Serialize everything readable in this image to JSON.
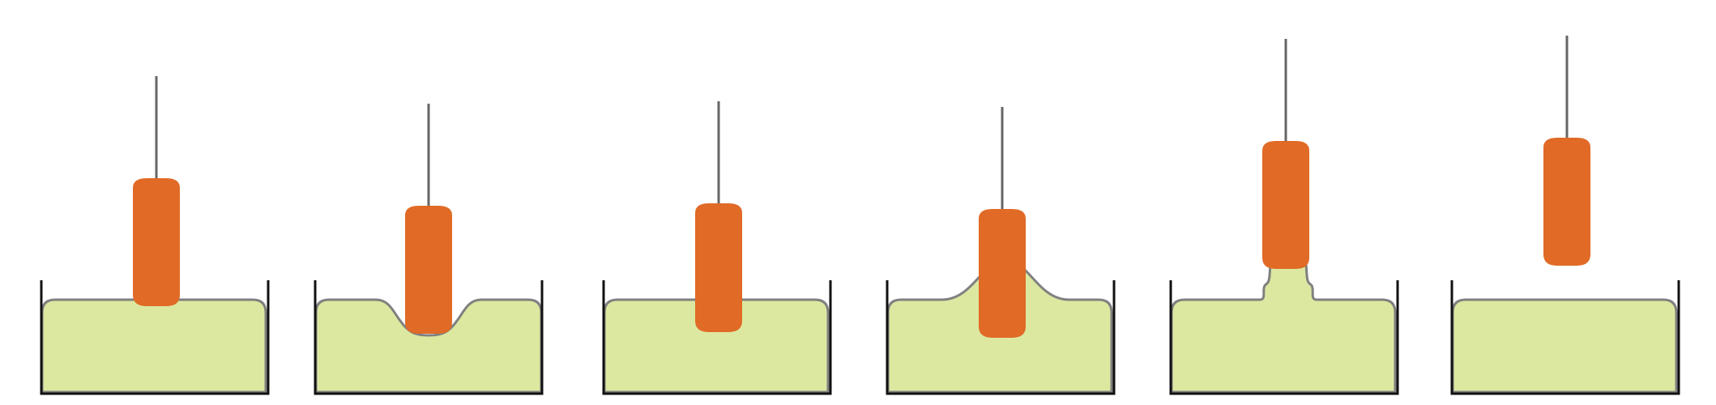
{
  "colors": {
    "background": "#ffffff",
    "liquid_fill": "#dce8a0",
    "surface_line": "#808080",
    "container_wall": "#111111",
    "probe_body": "#e06a26",
    "rod": "#666666"
  },
  "panels": [
    {
      "stage": "probe-touching-surface"
    },
    {
      "stage": "probe-pressed-down-surface-depressed"
    },
    {
      "stage": "probe-immersed-surface-flat"
    },
    {
      "stage": "probe-pulled-up-surface-raised"
    },
    {
      "stage": "probe-lifted-liquid-column"
    },
    {
      "stage": "probe-detached"
    }
  ]
}
